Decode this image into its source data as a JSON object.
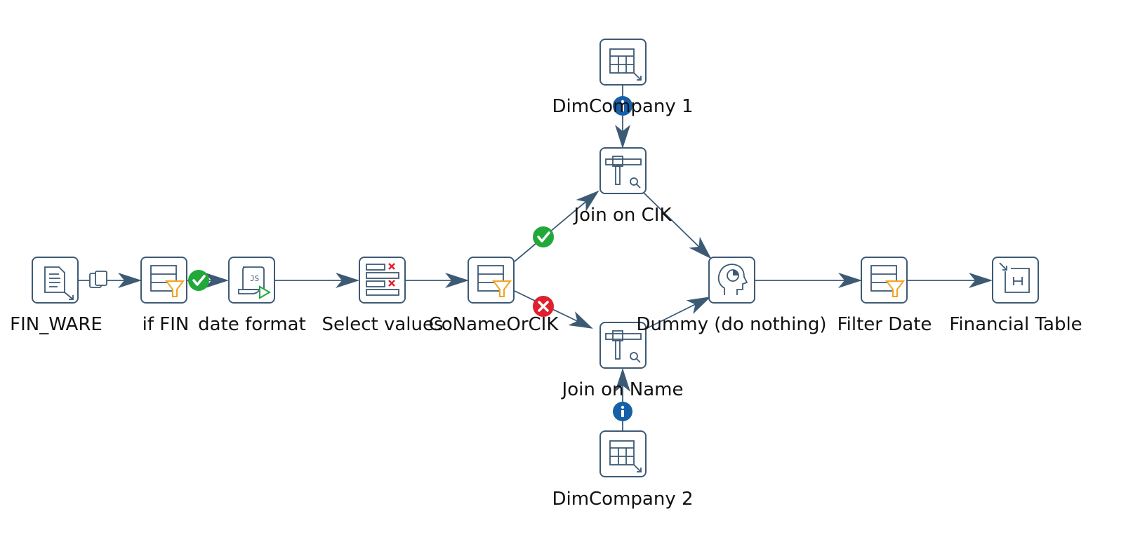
{
  "diagram": {
    "steps": [
      {
        "id": "fin_ware",
        "label": "FIN_WARE",
        "icon": "text-file-input-icon"
      },
      {
        "id": "if_fin",
        "label": "if FIN",
        "icon": "filter-rows-icon"
      },
      {
        "id": "date_format",
        "label": "date format",
        "icon": "javascript-script-icon"
      },
      {
        "id": "select_values",
        "label": "Select values",
        "icon": "select-values-icon"
      },
      {
        "id": "conameorcik",
        "label": "CoNameOrCIK",
        "icon": "filter-rows-icon"
      },
      {
        "id": "join_cik",
        "label": "Join on CIK",
        "icon": "stream-lookup-icon"
      },
      {
        "id": "join_name",
        "label": "Join on Name",
        "icon": "stream-lookup-icon"
      },
      {
        "id": "dim1",
        "label": "DimCompany 1",
        "icon": "table-input-icon"
      },
      {
        "id": "dim2",
        "label": "DimCompany 2",
        "icon": "table-input-icon"
      },
      {
        "id": "dummy",
        "label": "Dummy (do nothing)",
        "icon": "dummy-head-icon"
      },
      {
        "id": "filter_date",
        "label": "Filter Date",
        "icon": "filter-rows-icon"
      },
      {
        "id": "fin_table",
        "label": "Financial Table",
        "icon": "table-output-icon"
      }
    ],
    "hops": [
      {
        "from": "fin_ware",
        "to": "if_fin",
        "badge": "copy"
      },
      {
        "from": "if_fin",
        "to": "date_format",
        "badge": "true"
      },
      {
        "from": "date_format",
        "to": "select_values",
        "badge": ""
      },
      {
        "from": "select_values",
        "to": "conameorcik",
        "badge": ""
      },
      {
        "from": "conameorcik",
        "to": "join_cik",
        "badge": "true"
      },
      {
        "from": "conameorcik",
        "to": "join_name",
        "badge": "false"
      },
      {
        "from": "dim1",
        "to": "join_cik",
        "badge": "info"
      },
      {
        "from": "dim2",
        "to": "join_name",
        "badge": "info"
      },
      {
        "from": "join_cik",
        "to": "dummy",
        "badge": ""
      },
      {
        "from": "join_name",
        "to": "dummy",
        "badge": ""
      },
      {
        "from": "dummy",
        "to": "filter_date",
        "badge": ""
      },
      {
        "from": "filter_date",
        "to": "fin_table",
        "badge": ""
      }
    ],
    "colors": {
      "line": "#3d5a75",
      "true_badge": "#22a83a",
      "false_badge": "#e0202e",
      "info_badge": "#1660a8",
      "filter_accent": "#f4a21f"
    }
  }
}
